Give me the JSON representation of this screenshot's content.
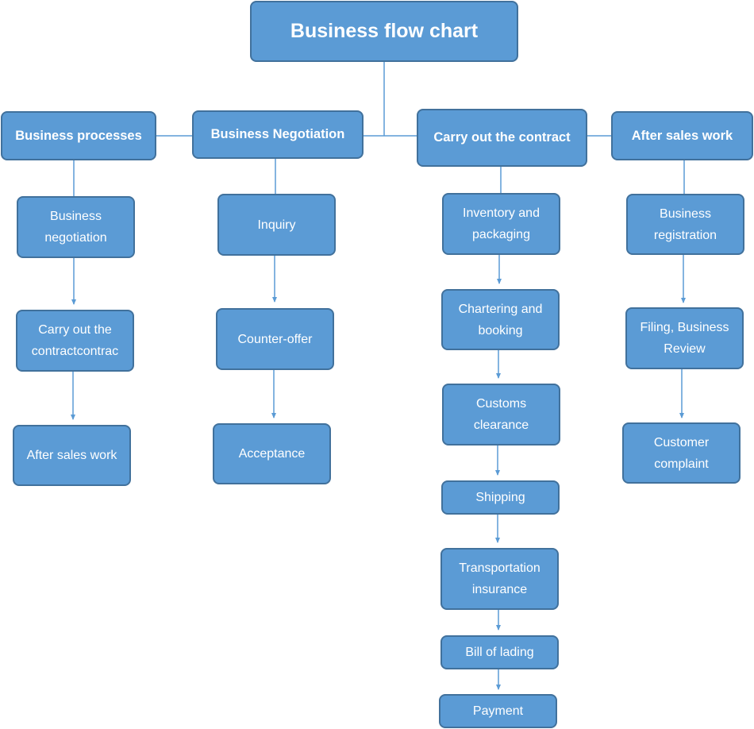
{
  "title": "Business flow chart",
  "categories": {
    "business_processes": {
      "label": "Business processes",
      "steps": [
        "Business negotiation",
        "Carry out the contractcontrac",
        "After sales work"
      ]
    },
    "business_negotiation": {
      "label": "Business Negotiation",
      "steps": [
        "Inquiry",
        "Counter-offer",
        "Acceptance"
      ]
    },
    "carry_out_contract": {
      "label": "Carry out the contract",
      "steps": [
        "Inventory and packaging",
        "Chartering and booking",
        "Customs clearance",
        "Shipping",
        "Transportation insurance",
        "Bill of lading",
        "Payment"
      ]
    },
    "after_sales_work": {
      "label": "After sales work",
      "steps": [
        "Business registration",
        "Filing, Business Review",
        "Customer complaint"
      ]
    }
  },
  "colors": {
    "box_fill": "#5b9bd5",
    "box_border": "#41719c",
    "connector": "#5b9bd5",
    "text": "#ffffff"
  }
}
